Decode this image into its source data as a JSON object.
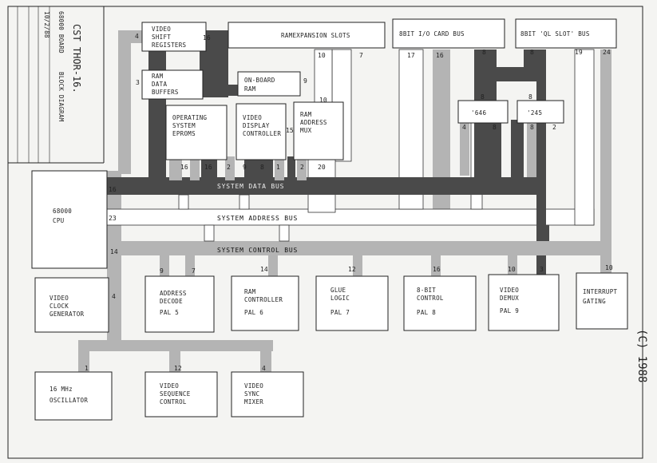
{
  "title_block": {
    "title": "CST THOR-16.",
    "subtitle": "68000 BOARD",
    "subtitle2": "BLOCK DIAGRAM",
    "date": "10/2/88"
  },
  "copyright": "(C) 1988",
  "blocks": {
    "video_shift": [
      "VIDEO",
      "SHIFT",
      "REGISTERS"
    ],
    "ram_expansion": [
      "RAMEXPANSION SLOTS"
    ],
    "io_card_bus": [
      "8BIT I/O CARD BUS"
    ],
    "ql_slot_bus": [
      "8BIT 'QL SLOT' BUS"
    ],
    "ram_buffers": [
      "RAM",
      "DATA",
      "BUFFERS"
    ],
    "onboard_ram": [
      "ON-BOARD",
      "RAM"
    ],
    "eproms": [
      "OPERATING",
      "SYSTEM",
      "EPROMS"
    ],
    "vdc": [
      "VIDEO",
      "DISPLAY",
      "CONTROLLER"
    ],
    "ram_mux": [
      "RAM",
      "ADDRESS",
      "MUX"
    ],
    "ic646": [
      "'646"
    ],
    "ic245": [
      "'245"
    ],
    "cpu": [
      "68000",
      "CPU"
    ],
    "video_clock": [
      "VIDEO",
      "CLOCK",
      "GENERATOR"
    ],
    "addr_decode": [
      "ADDRESS",
      "DECODE",
      "PAL 5"
    ],
    "ram_ctrl": [
      "RAM",
      "CONTROLLER",
      "PAL 6"
    ],
    "glue": [
      "GLUE",
      "LOGIC",
      "PAL 7"
    ],
    "bit8_ctrl": [
      "8-BIT",
      "CONTROL",
      "PAL 8"
    ],
    "video_demux": [
      "VIDEO",
      "DEMUX",
      "PAL 9"
    ],
    "interrupt": [
      "INTERRUPT",
      "GATING"
    ],
    "osc": [
      "16 MHz",
      "OSCILLATOR"
    ],
    "vid_seq": [
      "VIDEO",
      "SEQUENCE",
      "CONTROL"
    ],
    "vid_sync": [
      "VIDEO",
      "SYNC",
      "MIXER"
    ]
  },
  "buses": {
    "data": "SYSTEM DATA BUS",
    "address": "SYSTEM ADDRESS BUS",
    "control": "SYSTEM CONTROL BUS"
  },
  "bus_widths": {
    "vsr_top": "16",
    "vsr_side": "4",
    "ram_exp_a": "10",
    "ram_exp_b": "7",
    "io_a": "17",
    "io_b": "16",
    "ql_a": "8",
    "ql_b": "8",
    "ql_c": "19",
    "ql_d": "24",
    "buf_side": "3",
    "onboard_a": "9",
    "onboard_b": "10",
    "e646_a": "8",
    "e245_a": "8",
    "e646_b": "4",
    "e646_c": "8",
    "e245_b": "8",
    "e245_c": "2",
    "eprom_a": "16",
    "eprom_b": "16",
    "eprom_c": "2",
    "vdc_a": "9",
    "vdc_b": "8",
    "vdc_c": "15",
    "vdc_d": "1",
    "mux_a": "2",
    "mux_b": "20",
    "cpu_data": "16",
    "cpu_addr": "23",
    "cpu_ctrl": "14",
    "clk": "4",
    "dec_a": "9",
    "dec_b": "7",
    "ramc": "14",
    "glue": "12",
    "b8": "16",
    "vdm_a": "10",
    "vdm_b": "3",
    "int": "10",
    "osc": "1",
    "seq": "12",
    "sync": "4"
  }
}
